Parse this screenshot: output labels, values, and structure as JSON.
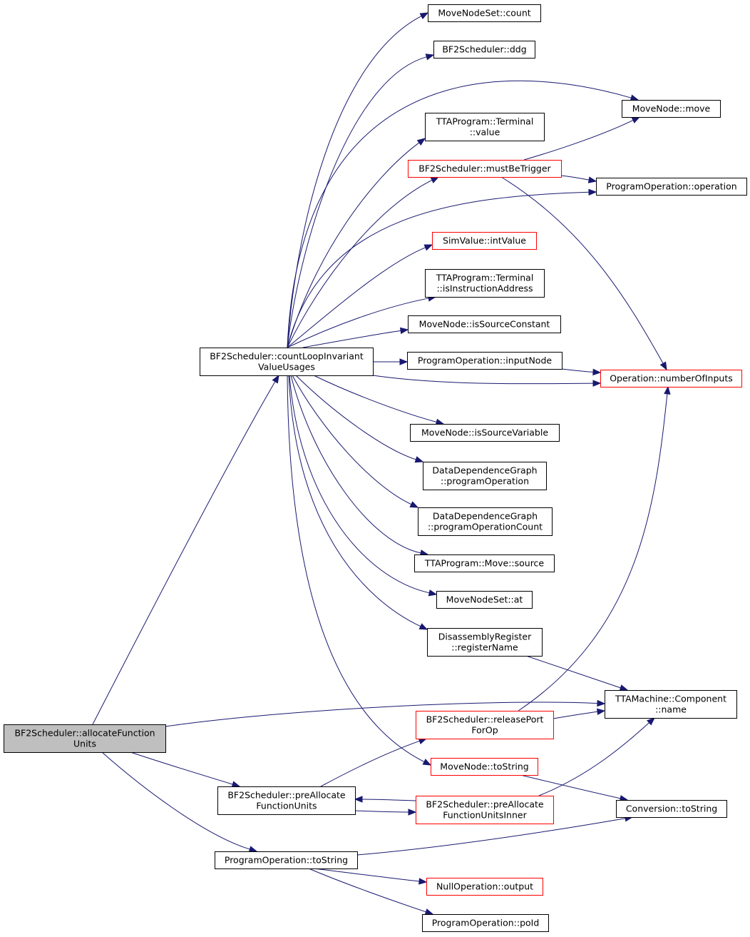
{
  "colors": {
    "edge": "#191970",
    "border_default": "#000000",
    "border_truncated": "#ff0000",
    "fill_default": "#ffffff",
    "fill_root": "#bfbfbf"
  },
  "nodes": [
    {
      "id": "allocate",
      "lines": [
        "BF2Scheduler::allocateFunction",
        "Units"
      ],
      "style": "root"
    },
    {
      "id": "countLoop",
      "lines": [
        "BF2Scheduler::countLoopInvariant",
        "ValueUsages"
      ],
      "style": "default"
    },
    {
      "id": "mnsCount",
      "lines": [
        "MoveNodeSet::count"
      ],
      "style": "default"
    },
    {
      "id": "ddg",
      "lines": [
        "BF2Scheduler::ddg"
      ],
      "style": "default"
    },
    {
      "id": "mnMove",
      "lines": [
        "MoveNode::move"
      ],
      "style": "default"
    },
    {
      "id": "termValue",
      "lines": [
        "TTAProgram::Terminal",
        "::value"
      ],
      "style": "default"
    },
    {
      "id": "mustBeTrigger",
      "lines": [
        "BF2Scheduler::mustBeTrigger"
      ],
      "style": "truncated"
    },
    {
      "id": "poOperation",
      "lines": [
        "ProgramOperation::operation"
      ],
      "style": "default"
    },
    {
      "id": "simInt",
      "lines": [
        "SimValue::intValue"
      ],
      "style": "truncated"
    },
    {
      "id": "termIsInstr",
      "lines": [
        "TTAProgram::Terminal",
        "::isInstructionAddress"
      ],
      "style": "default"
    },
    {
      "id": "mnIsSrcConst",
      "lines": [
        "MoveNode::isSourceConstant"
      ],
      "style": "default"
    },
    {
      "id": "poInputNode",
      "lines": [
        "ProgramOperation::inputNode"
      ],
      "style": "default"
    },
    {
      "id": "opNumInputs",
      "lines": [
        "Operation::numberOfInputs"
      ],
      "style": "truncated"
    },
    {
      "id": "mnIsSrcVar",
      "lines": [
        "MoveNode::isSourceVariable"
      ],
      "style": "default"
    },
    {
      "id": "ddgProgOp",
      "lines": [
        "DataDependenceGraph",
        "::programOperation"
      ],
      "style": "default"
    },
    {
      "id": "ddgProgOpCount",
      "lines": [
        "DataDependenceGraph",
        "::programOperationCount"
      ],
      "style": "default"
    },
    {
      "id": "moveSource",
      "lines": [
        "TTAProgram::Move::source"
      ],
      "style": "default"
    },
    {
      "id": "mnsAt",
      "lines": [
        "MoveNodeSet::at"
      ],
      "style": "default"
    },
    {
      "id": "disasmReg",
      "lines": [
        "DisassemblyRegister",
        "::registerName"
      ],
      "style": "default"
    },
    {
      "id": "compName",
      "lines": [
        "TTAMachine::Component",
        "::name"
      ],
      "style": "default"
    },
    {
      "id": "releasePort",
      "lines": [
        "BF2Scheduler::releasePort",
        "ForOp"
      ],
      "style": "truncated"
    },
    {
      "id": "mnToString",
      "lines": [
        "MoveNode::toString"
      ],
      "style": "truncated"
    },
    {
      "id": "preAlloc",
      "lines": [
        "BF2Scheduler::preAllocate",
        "FunctionUnits"
      ],
      "style": "default"
    },
    {
      "id": "preAllocInner",
      "lines": [
        "BF2Scheduler::preAllocate",
        "FunctionUnitsInner"
      ],
      "style": "truncated"
    },
    {
      "id": "convToString",
      "lines": [
        "Conversion::toString"
      ],
      "style": "default"
    },
    {
      "id": "poToString",
      "lines": [
        "ProgramOperation::toString"
      ],
      "style": "default"
    },
    {
      "id": "nullOpOutput",
      "lines": [
        "NullOperation::output"
      ],
      "style": "truncated"
    },
    {
      "id": "poPoId",
      "lines": [
        "ProgramOperation::poId"
      ],
      "style": "default"
    }
  ],
  "edges": [
    [
      "allocate",
      "countLoop"
    ],
    [
      "allocate",
      "compName"
    ],
    [
      "allocate",
      "preAlloc"
    ],
    [
      "allocate",
      "poToString"
    ],
    [
      "countLoop",
      "mnsCount"
    ],
    [
      "countLoop",
      "ddg"
    ],
    [
      "countLoop",
      "mnMove"
    ],
    [
      "countLoop",
      "termValue"
    ],
    [
      "countLoop",
      "mustBeTrigger"
    ],
    [
      "countLoop",
      "poOperation"
    ],
    [
      "countLoop",
      "simInt"
    ],
    [
      "countLoop",
      "termIsInstr"
    ],
    [
      "countLoop",
      "mnIsSrcConst"
    ],
    [
      "countLoop",
      "poInputNode"
    ],
    [
      "countLoop",
      "opNumInputs"
    ],
    [
      "countLoop",
      "mnIsSrcVar"
    ],
    [
      "countLoop",
      "ddgProgOp"
    ],
    [
      "countLoop",
      "ddgProgOpCount"
    ],
    [
      "countLoop",
      "moveSource"
    ],
    [
      "countLoop",
      "mnsAt"
    ],
    [
      "countLoop",
      "disasmReg"
    ],
    [
      "countLoop",
      "mnToString"
    ],
    [
      "mustBeTrigger",
      "mnMove"
    ],
    [
      "mustBeTrigger",
      "poOperation"
    ],
    [
      "mustBeTrigger",
      "opNumInputs"
    ],
    [
      "poInputNode",
      "opNumInputs"
    ],
    [
      "disasmReg",
      "compName"
    ],
    [
      "releasePort",
      "compName"
    ],
    [
      "releasePort",
      "opNumInputs"
    ],
    [
      "mnToString",
      "convToString"
    ],
    [
      "preAlloc",
      "releasePort"
    ],
    [
      "preAlloc",
      "preAllocInner"
    ],
    [
      "preAllocInner",
      "preAlloc"
    ],
    [
      "preAllocInner",
      "compName"
    ],
    [
      "poToString",
      "convToString"
    ],
    [
      "poToString",
      "nullOpOutput"
    ],
    [
      "poToString",
      "poPoId"
    ]
  ]
}
